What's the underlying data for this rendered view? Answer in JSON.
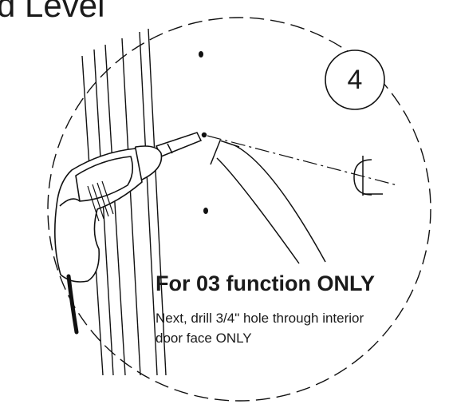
{
  "header": {
    "title_fragment": "d Level"
  },
  "step": {
    "number": "4"
  },
  "callout": {
    "title": "For 03 function ONLY",
    "line1": "Next, drill 3/4\" hole through interior",
    "line2": "door face ONLY"
  }
}
